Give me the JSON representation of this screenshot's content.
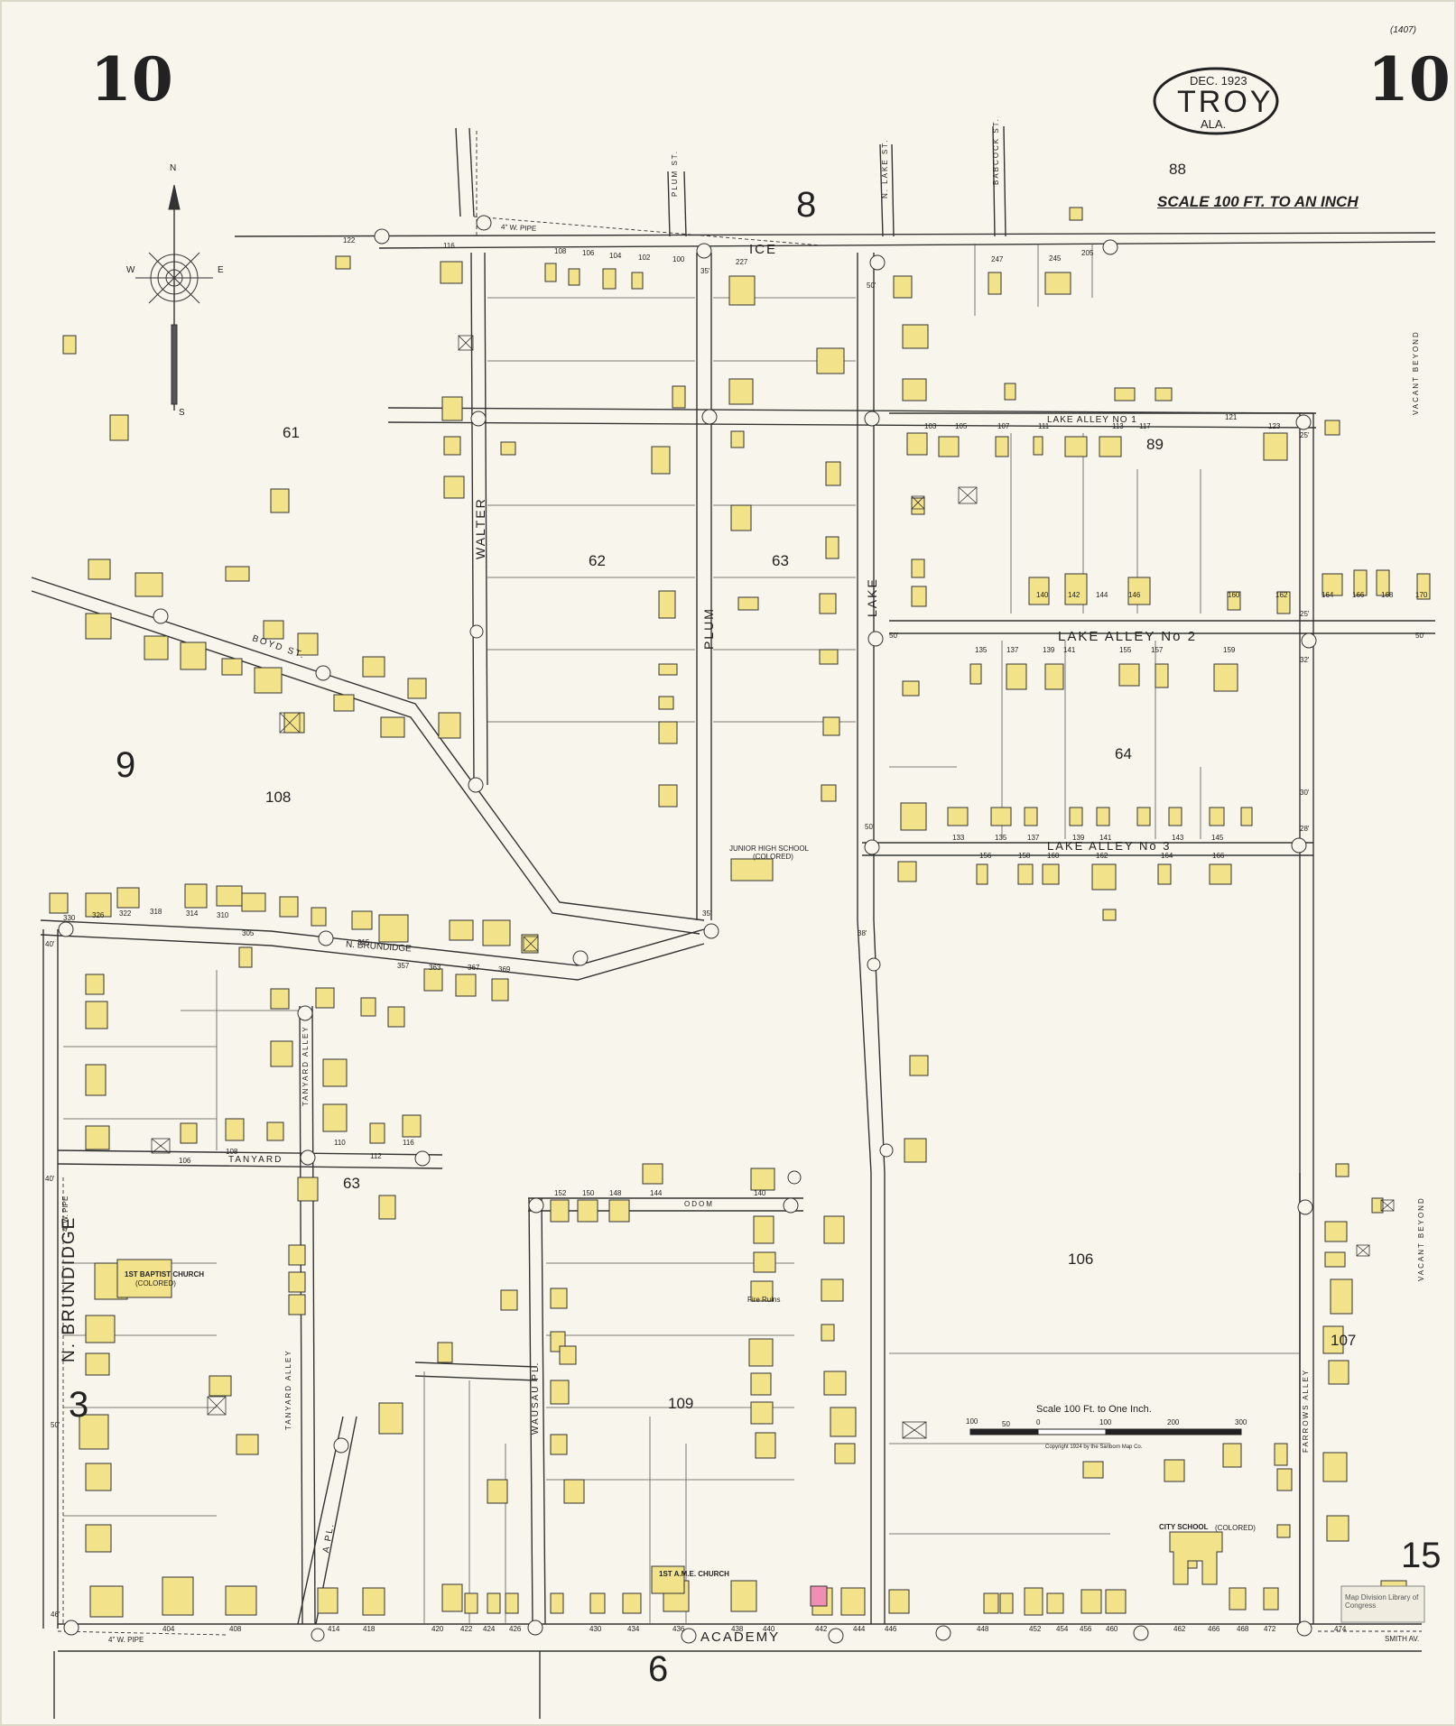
{
  "sheet": {
    "page_number": "10",
    "catalog_mark": "(1407)",
    "title_cartouche": {
      "date": "DEC. 1923",
      "city": "TROY",
      "state": "ALA."
    },
    "scale_note": "SCALE 100 FT. TO AN INCH",
    "scale_bar": {
      "title": "Scale 100 Ft. to One Inch.",
      "ticks": [
        "100",
        "50",
        "0",
        "100",
        "200",
        "300"
      ]
    },
    "copyright": "Copyright 1924 by the Sanborn Map Co.",
    "compass": {
      "north": "N",
      "south": "S",
      "east": "E",
      "west": "W"
    },
    "stamp": "Map Division Library of Congress"
  },
  "adjoining_sheets": {
    "top": "8",
    "left": "9",
    "bottom": "6",
    "lower_left": "3",
    "lower_right": "15"
  },
  "blocks": [
    "88",
    "61",
    "62",
    "63",
    "89",
    "108",
    "64",
    "106",
    "63",
    "109",
    "107"
  ],
  "streets": {
    "ice": "ICE",
    "plum_st": "PLUM ST.",
    "n_lake_st": "N. LAKE ST.",
    "babcock_st": "BABCOCK ST.",
    "walter_st": "WALTER",
    "plum": "PLUM",
    "lake": "LAKE",
    "lake_alley_1": "LAKE ALLEY NO 1",
    "lake_alley_2": "LAKE ALLEY No 2",
    "lake_alley_3": "LAKE ALLEY No 3",
    "boyd_st": "BOYD ST.",
    "n_brundidge_curve": "N. BRUNDIDGE",
    "n_brundidge": "N. BRUNDIDGE",
    "tanyard": "TANYARD",
    "tanyard_alley": "TANYARD ALLEY",
    "odom": "ODOM",
    "wausau_pl": "WAUSAU PL.",
    "a_pl": "A PL.",
    "farrows_alley": "FARROWS ALLEY",
    "academy": "ACADEMY",
    "smith_av": "SMITH AV.",
    "vacant_beyond": "VACANT BEYOND"
  },
  "landmarks": {
    "junior_high": "JUNIOR HIGH SCHOOL",
    "junior_high_sub": "(COLORED)",
    "baptist": "1ST BAPTIST CHURCH",
    "baptist_sub": "(COLORED)",
    "city_school": "CITY SCHOOL",
    "city_school_sub": "(COLORED)",
    "ame_church": "1ST A.M.E. CHURCH",
    "fire_ruins": "Fire Ruins"
  },
  "house_numbers": {
    "ice": [
      "122",
      "116",
      "108",
      "106",
      "104",
      "102",
      "100",
      "227",
      "247",
      "245",
      "205"
    ],
    "alley1": [
      "103",
      "105",
      "107",
      "111",
      "113",
      "117",
      "121",
      "123"
    ],
    "alley2": [
      "135",
      "137",
      "139",
      "141",
      "155",
      "157",
      "159",
      "140",
      "142",
      "144",
      "146",
      "160",
      "162",
      "164",
      "166",
      "168",
      "170"
    ],
    "alley3": [
      "133",
      "135",
      "137",
      "139",
      "141",
      "143",
      "145",
      "156",
      "158",
      "160",
      "162",
      "164",
      "166"
    ],
    "brundidge": [
      "330",
      "326",
      "322",
      "318",
      "314",
      "310",
      "305",
      "315",
      "357",
      "363",
      "367",
      "369"
    ],
    "academy": [
      "404",
      "408",
      "414",
      "418",
      "420",
      "422",
      "424",
      "426",
      "430",
      "434",
      "436",
      "438",
      "440",
      "442",
      "444",
      "446",
      "448",
      "452",
      "454",
      "456",
      "460",
      "462",
      "466",
      "468",
      "472",
      "474"
    ],
    "odom": [
      "152",
      "150",
      "148",
      "144",
      "140"
    ],
    "tanyard": [
      "106",
      "108",
      "110",
      "112",
      "116"
    ]
  },
  "pipe_notes": {
    "ice": "4\" W. PIPE",
    "academy": "4\" W. PIPE",
    "brundidge": "4\" W. PIPE"
  },
  "dimensions": [
    "50'",
    "35'",
    "40'",
    "30'",
    "28'",
    "32'",
    "38'",
    "46'",
    "25'"
  ],
  "colors": {
    "paper": "#f8f6ec",
    "frame": "#ef7fbf",
    "line": "#333333",
    "ink": "#222222"
  }
}
